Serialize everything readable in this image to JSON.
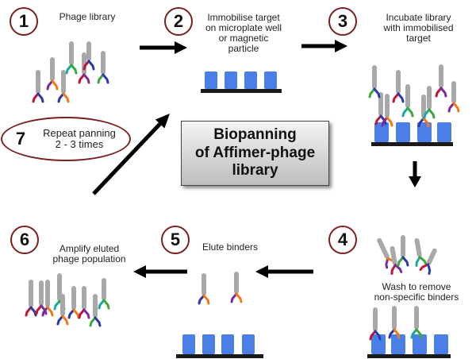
{
  "title": "Biopanning\nof Affimer-phage\nlibrary",
  "steps": [
    {
      "number": "1",
      "label": "Phage library"
    },
    {
      "number": "2",
      "label": "Immobilise target\non microplate well\nor magnetic\nparticle"
    },
    {
      "number": "3",
      "label": "Incubate library\nwith immobilised\ntarget"
    },
    {
      "number": "4",
      "label": "Wash to remove\nnon-specific binders"
    },
    {
      "number": "5",
      "label": "Elute binders"
    },
    {
      "number": "6",
      "label": "Amplify eluted\nphage population"
    },
    {
      "number": "7",
      "label": "Repeat panning\n2 - 3 times"
    }
  ],
  "colors": {
    "phage_body": "#a8a8a8",
    "target_block": "#4a7fe8",
    "surface": "#1a1a1a",
    "arrow": "#000000",
    "step_ring": "#7a1f1f",
    "binder_red": "#c0143c",
    "binder_blue": "#2a3aa8",
    "binder_purple": "#7a2a9a",
    "binder_orange": "#f07a1a",
    "binder_teal": "#1aa8a0",
    "binder_green": "#3aa83a"
  }
}
